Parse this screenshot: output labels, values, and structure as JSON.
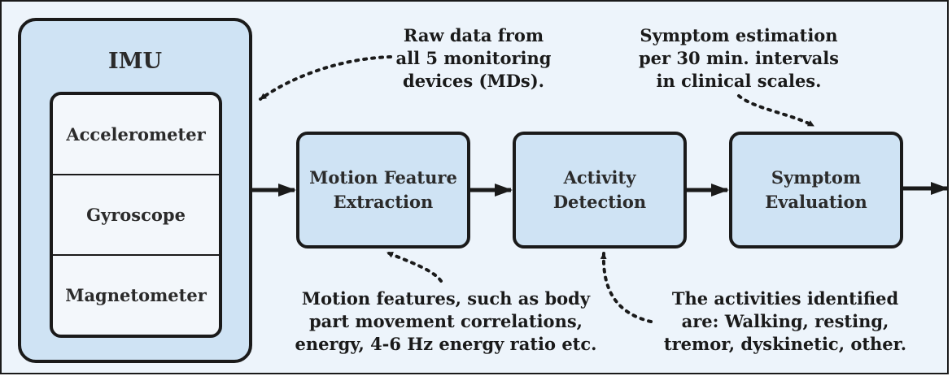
{
  "imu": {
    "title": "IMU",
    "sensors": [
      "Accelerometer",
      "Gyroscope",
      "Magnetometer"
    ]
  },
  "process_blocks": [
    {
      "line1": "Motion Feature",
      "line2": "Extraction"
    },
    {
      "line1": "Activity",
      "line2": "Detection"
    },
    {
      "line1": "Symptom",
      "line2": "Evaluation"
    }
  ],
  "annotations": {
    "raw_data": [
      "Raw data from",
      "all 5 monitoring",
      "devices (MDs)."
    ],
    "symptom_estimation": [
      "Symptom estimation",
      "per 30 min. intervals",
      "in clinical scales."
    ],
    "motion_features": [
      "Motion features, such as body",
      "part movement correlations,",
      "energy, 4-6 Hz energy ratio etc."
    ],
    "activities": [
      "The activities identified",
      "are: Walking, resting,",
      "tremor, dyskinetic, other."
    ]
  },
  "colors": {
    "box_fill": "#cfe3f4",
    "background": "#edf4fb",
    "sensor_fill": "#f3f7fb",
    "stroke": "#1a1a1a"
  }
}
